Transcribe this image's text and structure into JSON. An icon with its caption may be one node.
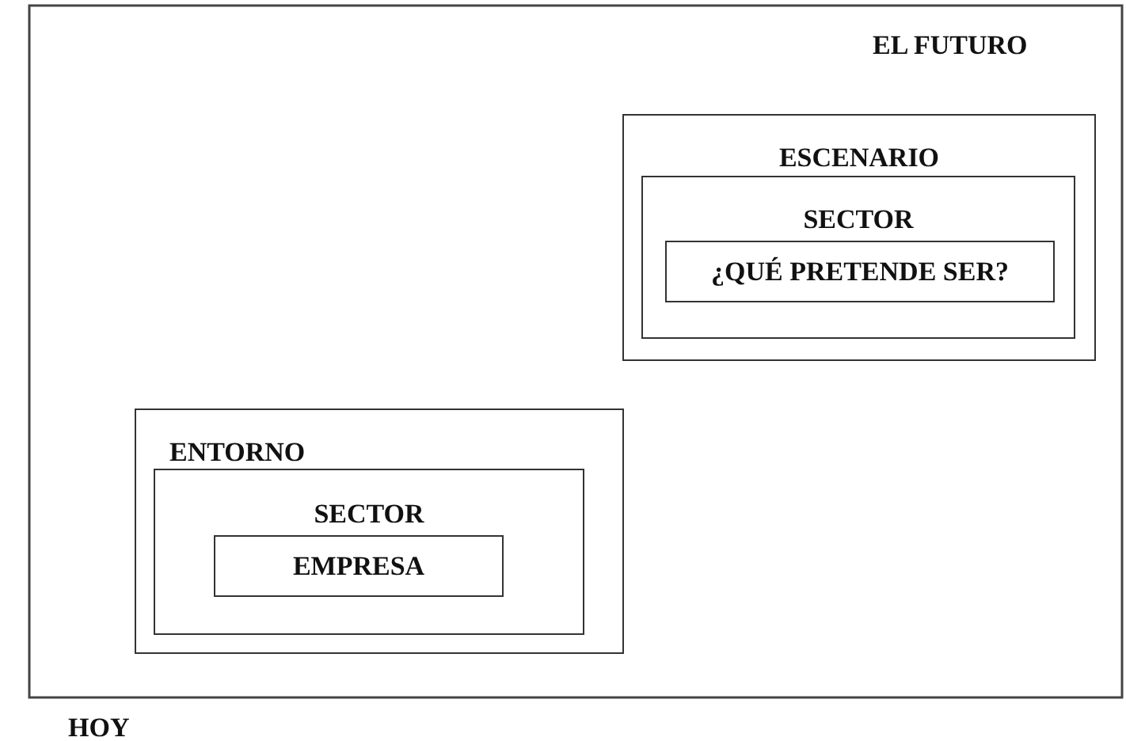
{
  "diagram": {
    "nodes": [
      {
        "text": [
          "ESCENARIO"
        ]
      },
      {
        "text": [
          "SECTOR"
        ],
        "in": 0
      },
      {
        "text": [
          "¿QUÉ PRETENDE SER?"
        ],
        "in": 1
      },
      {
        "text": [
          "ENTORNO"
        ]
      },
      {
        "text": [
          "SECTOR"
        ],
        "in": 3
      },
      {
        "text": [
          "EMPRESA"
        ],
        "in": 4
      }
    ],
    "edges": [],
    "labels": [
      "EL FUTURO",
      "HOY"
    ]
  }
}
